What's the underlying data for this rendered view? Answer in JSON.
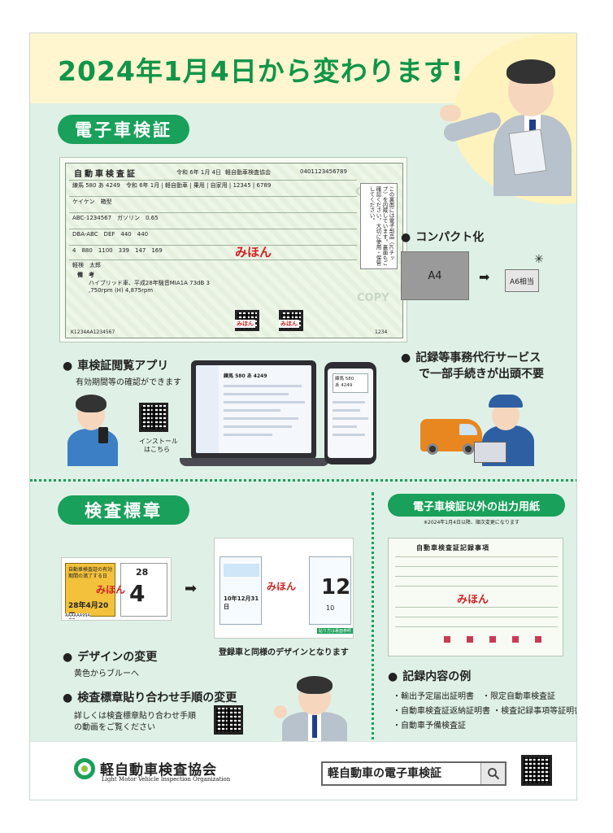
{
  "headline": "2024年1月4日から変わります!",
  "section1": {
    "title": "電子車検証",
    "certificate": {
      "title": "自動車検査証",
      "date": "令和 6年 1月 4日",
      "issuer": "軽自動車検査協会",
      "number": "0401123456789",
      "rows": [
        "練馬 580 あ 4249　令和 6年 1月 | 軽自動車 | 乗用 | 自家用 | 12345 | 6789",
        "ケイケン　箱型",
        "ABC-1234567　ガソリン　0.65",
        "DBA-ABC　DEF　440　440",
        "4　880　1100　339　147　169",
        "軽検　太郎"
      ],
      "notes_heading": "備　考",
      "notes_line1": "ハイブリッド車、平成28年騒音MIA1A 73dB 3",
      ",750rpm": "",
      "notes_line2": ",750rpm (H) 4,875rpm",
      "side_text": "この裏面には電子部品（ICチップ）を内蔵しています。裏面もご確認ください。大切に使用・保管してください。",
      "stamp": "みほん",
      "copy": "COPY",
      "serial": "K1234AA1234567",
      "foot_number": "1234",
      "qr_stamp": "みほん"
    },
    "compact": {
      "label": "コンパクト化",
      "from": "A4",
      "to": "A6相当"
    },
    "app": {
      "label": "車検証閲覧アプリ",
      "sub": "有効期間等の確認ができます",
      "install_line1": "インストール",
      "install_line2": "はこちら",
      "plate_line1": "練馬 580",
      "plate_line2": "あ 4249",
      "laptop_title": "練馬 580 あ 4249"
    },
    "service": {
      "label_line1": "記録等事務代行サービス",
      "label_line2": "で一部手続きが出頭不要"
    }
  },
  "section2": {
    "title": "検査標章",
    "old_sticker": {
      "text": "自動車検査証の有効期間の満了する日",
      "date": "28年4月20日",
      "month": "28",
      "big": "4",
      "stamp": "みほん",
      "serial": "AAAAAA99A"
    },
    "new_sticker": {
      "date": "10年12月31日",
      "big": "12",
      "small": "10",
      "stamp": "みほん",
      "footer": "貼り方は裏面参照"
    },
    "caption": "登録車と同様のデザインとなります",
    "design_label": "デザインの変更",
    "design_sub": "黄色からブルーへ",
    "procedure_label": "検査標章貼り合わせ手順の変更",
    "procedure_sub1": "詳しくは検査標章貼り合わせ手順",
    "procedure_sub2": "の動画をご覧ください"
  },
  "section3": {
    "title": "電子車検証以外の出力用紙",
    "note": "※2024年1月4日以降、順次変更になります",
    "doc_title": "自動車検査証記録事項",
    "doc_stamp": "みほん",
    "examples_label": "記録内容の例",
    "examples": [
      "・輸出予定届出証明書　・限定自動車検査証",
      "・自動車検査証返納証明書 ・検査記録事項等証明書",
      "・自動車予備検査証"
    ]
  },
  "footer": {
    "org_name": "軽自動車検査協会",
    "org_english": "Light Motor Vehicle Inspection Organization",
    "search_text": "軽自動車の電子車検証"
  },
  "colors": {
    "brand_green": "#19a05a",
    "background": "#dff1e6",
    "hero_yellow": "#fff6cf",
    "sample_red": "#d12222",
    "sticker_yellow": "#f3c13c"
  }
}
